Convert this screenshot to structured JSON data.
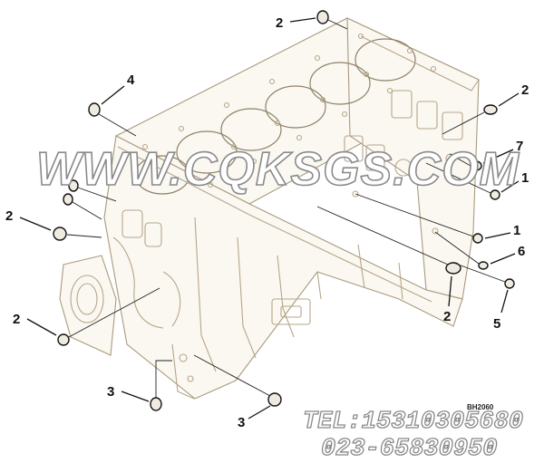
{
  "diagram": {
    "callouts": [
      {
        "id": "c2-top",
        "label": "2"
      },
      {
        "id": "c4",
        "label": "4"
      },
      {
        "id": "c2-right-top",
        "label": "2"
      },
      {
        "id": "c7",
        "label": "7"
      },
      {
        "id": "c1-right",
        "label": "1"
      },
      {
        "id": "c2-left",
        "label": "2"
      },
      {
        "id": "c1-mid",
        "label": "1"
      },
      {
        "id": "c6",
        "label": "6"
      },
      {
        "id": "c2-mid",
        "label": "2"
      },
      {
        "id": "c5",
        "label": "5"
      },
      {
        "id": "c2-bottom-left",
        "label": "2"
      },
      {
        "id": "c3-left",
        "label": "3"
      },
      {
        "id": "c3-bottom",
        "label": "3"
      }
    ],
    "watermark": {
      "url": "WWW.CQKSGS.COM",
      "phone_line_1": "TEL:15310305680",
      "phone_line_2": "023-65830950",
      "stamp": "BH2060"
    },
    "colors": {
      "line_art": "#b6a68a",
      "callout_text": "#111111",
      "watermark_outline": "#8a8a8a",
      "background": "#ffffff"
    }
  }
}
